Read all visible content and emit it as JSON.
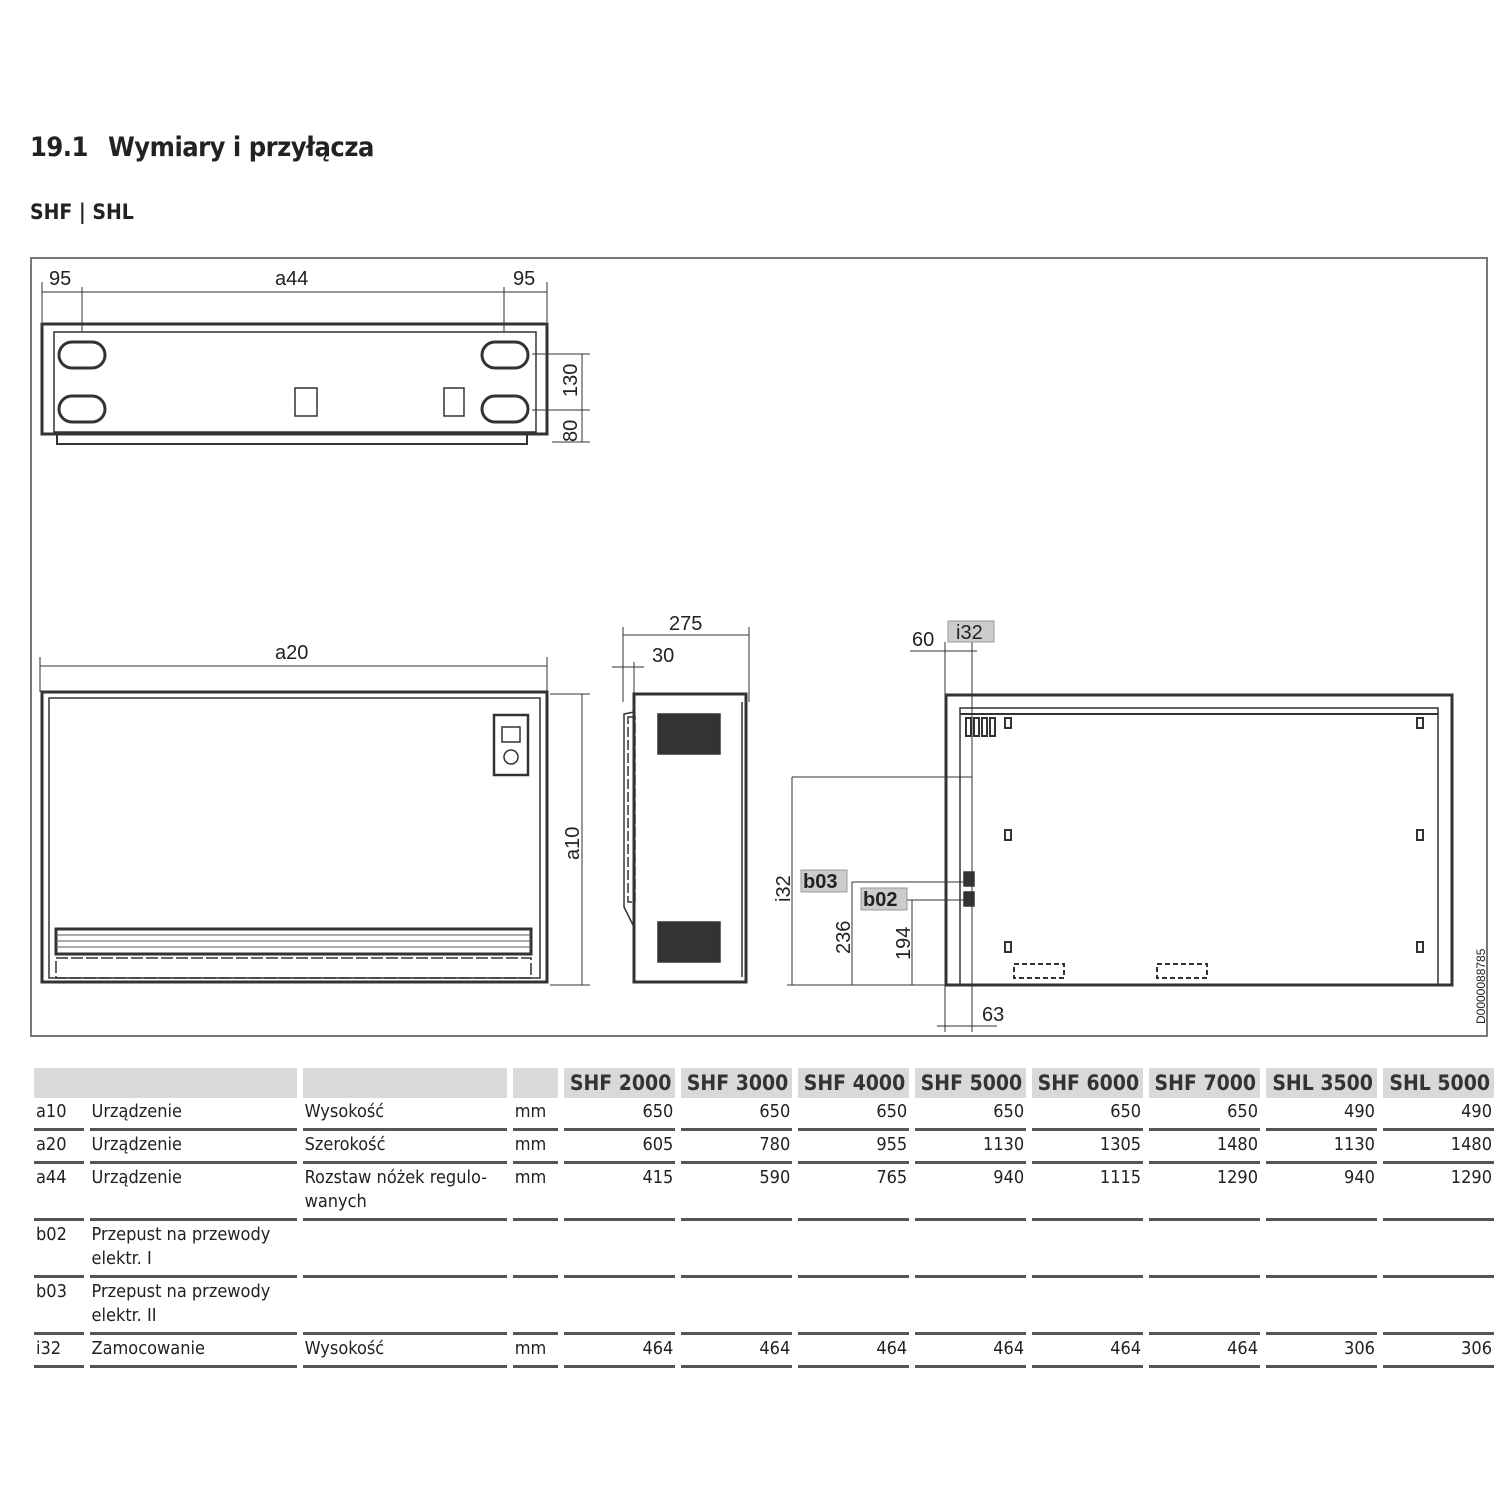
{
  "heading": {
    "number": "19.1",
    "title": "Wymiary i przyłącza"
  },
  "subheading": "SHF | SHL",
  "drawing": {
    "top_view": {
      "dim_left": "95",
      "dim_center": "a44",
      "dim_right": "95",
      "dim_130": "130",
      "dim_80": "80"
    },
    "front_view": {
      "width_label": "a20",
      "height_label": "a10"
    },
    "side_view": {
      "depth": "275",
      "offset": "30"
    },
    "rear_view": {
      "dim_60": "60",
      "i32_tag": "i32",
      "i32_side": "i32",
      "b03_tag": "b03",
      "b02_tag": "b02",
      "dim_236": "236",
      "dim_194": "194",
      "dim_63": "63"
    },
    "doc_id": "D0000088785"
  },
  "table": {
    "columns": [
      "SHF 2000",
      "SHF 3000",
      "SHF 4000",
      "SHF 5000",
      "SHF 6000",
      "SHF 7000",
      "SHL 3500",
      "SHL 5000"
    ],
    "rows": [
      {
        "code": "a10",
        "desc": "Urządzenie",
        "param": "Wysokość",
        "unit": "mm",
        "values": [
          "650",
          "650",
          "650",
          "650",
          "650",
          "650",
          "490",
          "490"
        ]
      },
      {
        "code": "a20",
        "desc": "Urządzenie",
        "param": "Szerokość",
        "unit": "mm",
        "values": [
          "605",
          "780",
          "955",
          "1130",
          "1305",
          "1480",
          "1130",
          "1480"
        ]
      },
      {
        "code": "a44",
        "desc": "Urządzenie",
        "param": "Rozstaw nóżek regulo-wanych",
        "unit": "mm",
        "values": [
          "415",
          "590",
          "765",
          "940",
          "1115",
          "1290",
          "940",
          "1290"
        ]
      },
      {
        "code": "b02",
        "desc": "Przepust na przewody elektr. I",
        "param": "",
        "unit": "",
        "values": [
          "",
          "",
          "",
          "",
          "",
          "",
          "",
          ""
        ]
      },
      {
        "code": "b03",
        "desc": "Przepust na przewody elektr. II",
        "param": "",
        "unit": "",
        "values": [
          "",
          "",
          "",
          "",
          "",
          "",
          "",
          ""
        ]
      },
      {
        "code": "i32",
        "desc": "Zamocowanie",
        "param": "Wysokość",
        "unit": "mm",
        "values": [
          "464",
          "464",
          "464",
          "464",
          "464",
          "464",
          "306",
          "306"
        ]
      }
    ]
  }
}
